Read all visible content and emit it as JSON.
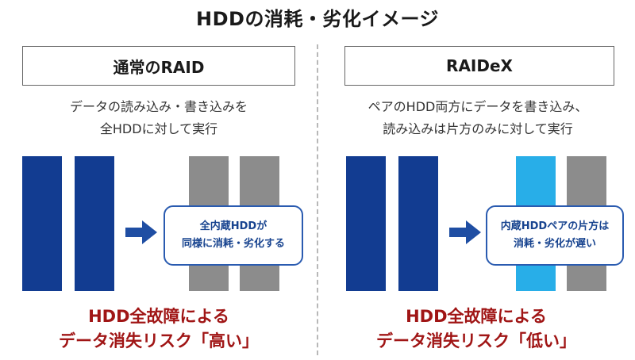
{
  "title": "HDDの消耗・劣化イメージ",
  "left": {
    "header": "通常のRAID",
    "description": [
      "データの読み込み・書き込みを",
      "全HDDに対して実行"
    ],
    "callout": [
      "全内蔵HDDが",
      "同様に消耗・劣化する"
    ],
    "risk": [
      "HDD全故障による",
      "データ消失リスク「高い」"
    ]
  },
  "right": {
    "header": "RAIDeX",
    "description": [
      "ペアのHDD両方にデータを書き込み、",
      "読み込みは片方のみに対して実行"
    ],
    "callout": [
      "内蔵HDDペアの片方は",
      "消耗・劣化が遅い"
    ],
    "risk": [
      "HDD全故障による",
      "データ消失リスク「低い」"
    ]
  },
  "colors": {
    "navy": "#123c91",
    "gray": "#8c8c8c",
    "cyan": "#28aee8",
    "risk_red": "#a01515",
    "callout_blue": "#2a5bb0"
  }
}
